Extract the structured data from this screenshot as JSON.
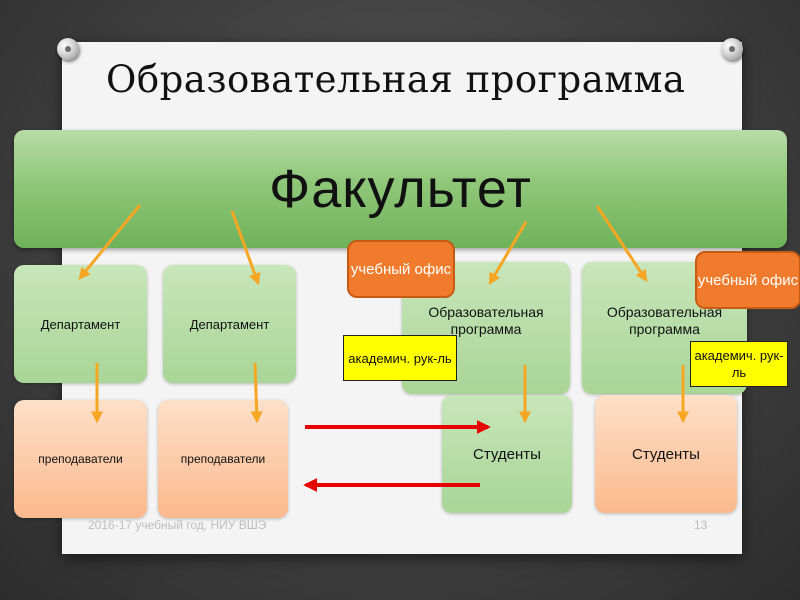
{
  "slide": {
    "title": "Образовательная программа",
    "footer": "2016-17 учебный год, НИУ ВШЭ",
    "page_number": "13"
  },
  "diagram": {
    "faculty": "Факультет",
    "department_left": "Департамент",
    "department_right": "Департамент",
    "program_left": "Образовательная программа",
    "program_right": "Образовательная программа",
    "teachers_left": "преподаватели",
    "teachers_right": "преподаватели",
    "students_left": "Студенты",
    "students_right": "Студенты",
    "office_left": "учебный офис",
    "office_right": "учебный офис",
    "head_left": "академич. рук-ль",
    "head_right": "академич. рук-ль"
  },
  "colors": {
    "connector_arrow": "#f5a623",
    "flow_arrow": "#e60000",
    "office_fill": "#f07b2c",
    "head_fill": "#ffff00",
    "faculty_fill": "#8fc779"
  }
}
